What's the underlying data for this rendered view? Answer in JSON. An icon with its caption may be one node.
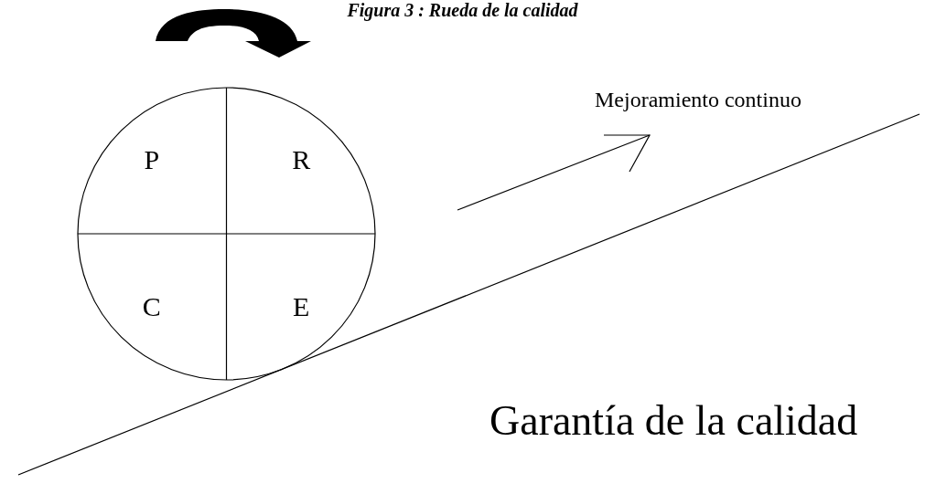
{
  "diagram": {
    "title": "Figura 3 : Rueda de la calidad",
    "nodes": [
      {
        "text": [],
        "shape": "circle"
      },
      {
        "text": [
          "P"
        ],
        "in": 0
      },
      {
        "text": [
          "R"
        ],
        "in": 0
      },
      {
        "text": [
          "C"
        ],
        "in": 0
      },
      {
        "text": [
          "E"
        ],
        "in": 0
      }
    ],
    "labels": [
      "Mejoramiento continuo",
      "Garantía de la calidad"
    ]
  }
}
